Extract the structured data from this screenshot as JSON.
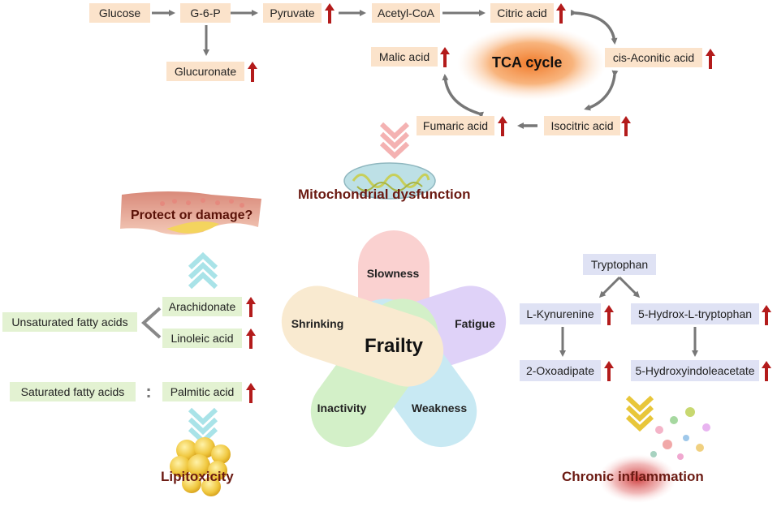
{
  "glycolysis": {
    "glucose": "Glucose",
    "g6p": "G-6-P",
    "pyruvate": "Pyruvate",
    "acetyl_coa": "Acetyl-CoA",
    "glucuronate": "Glucuronate"
  },
  "tca": {
    "center": "TCA cycle",
    "citric": "Citric acid",
    "cis_aconitic": "cis-Aconitic acid",
    "isocitric": "Isocitric acid",
    "fumaric": "Fumaric acid",
    "malic": "Malic acid"
  },
  "mito_title": "Mitochondrial dysfunction",
  "vessel_title": "Protect or damage?",
  "fatty_acids": {
    "unsaturated": "Unsaturated fatty acids",
    "saturated": "Saturated fatty acids",
    "arachidonate": "Arachidonate",
    "linoleic": "Linoleic acid",
    "palmitic": "Palmitic acid",
    "colon": ":"
  },
  "lipitoxicity": "Lipitoxicity",
  "frailty": {
    "center": "Frailty",
    "slowness": "Slowness",
    "fatigue": "Fatigue",
    "weakness": "Weakness",
    "inactivity": "Inactivity",
    "shrinking": "Shrinking"
  },
  "tryptophan": {
    "tryptophan": "Tryptophan",
    "kynurenine": "L-Kynurenine",
    "htp": "5-Hydrox-L-tryptophan",
    "oxoadipate": "2-Oxoadipate",
    "hiaa": "5-Hydroxyindoleacetate"
  },
  "inflammation": "Chronic inflammation",
  "colors": {
    "up_arrow": "#b31b1b",
    "flow_arrow": "#777777",
    "title": "#6b1a12",
    "tca_box": "#fbe3cb",
    "fat_box": "#e3f2d2",
    "trp_box": "#dfe2f4",
    "petal_slowness": "#f7b6b4",
    "petal_fatigue": "#cdb8f4",
    "petal_weakness": "#a8dcec",
    "petal_inactivity": "#b9e8a8",
    "petal_shrinking": "#f6deb4"
  }
}
